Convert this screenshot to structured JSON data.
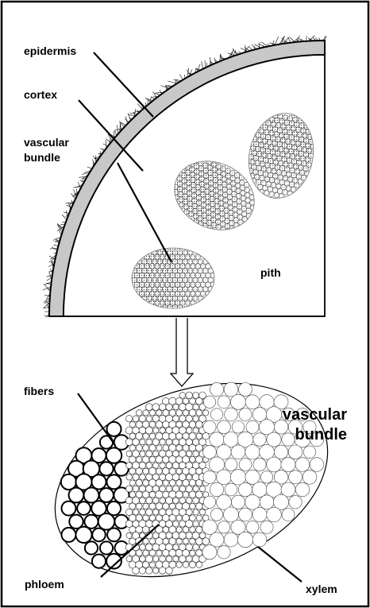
{
  "labels": {
    "epidermis": "epidermis",
    "cortex": "cortex",
    "vascular_line1": "vascular",
    "vascular_line2": "bundle",
    "pith": "pith",
    "fibers": "fibers",
    "detail_title_line1": "vascular",
    "detail_title_line2": "bundle",
    "phloem": "phloem",
    "xylem": "xylem"
  },
  "colors": {
    "ink": "#000000",
    "epidermis_fill": "#c8c8c8",
    "shading": "#555555",
    "background": "#ffffff"
  }
}
